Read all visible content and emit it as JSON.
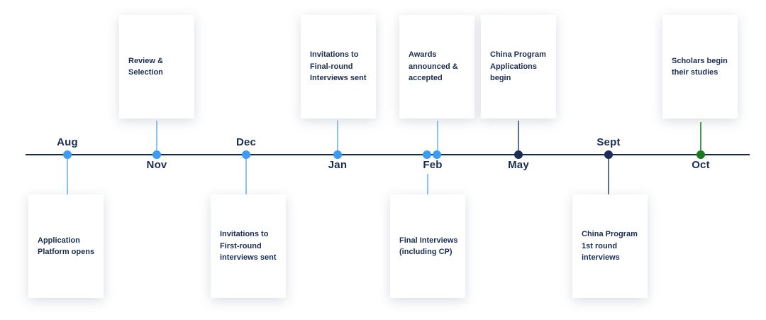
{
  "diagram": {
    "type": "timeline",
    "orientation": "horizontal",
    "colors": {
      "timeline_line": "#17294d",
      "text": "#1b2d52",
      "blue_dot": "#3e9cf0",
      "blue_connector": "#8cc2f5",
      "navy_dot": "#1b2d52",
      "slate_connector": "#5d6f8b",
      "green_dot": "#1b7a1f",
      "green_connector": "#44a048",
      "card_background": "#ffffff"
    },
    "months": [
      {
        "label": "Aug",
        "label_position": "above"
      },
      {
        "label": "Nov",
        "label_position": "below"
      },
      {
        "label": "Dec",
        "label_position": "above"
      },
      {
        "label": "Jan",
        "label_position": "below"
      },
      {
        "label": "Feb",
        "label_position": "below"
      },
      {
        "label": "May",
        "label_position": "below"
      },
      {
        "label": "Sept",
        "label_position": "above"
      },
      {
        "label": "Oct",
        "label_position": "below"
      }
    ],
    "events": [
      {
        "month": "Aug",
        "card": "Application Platform opens",
        "card_position": "below",
        "color": "blue"
      },
      {
        "month": "Nov",
        "card": "Review & Selection",
        "card_position": "above",
        "color": "blue"
      },
      {
        "month": "Dec",
        "card": "Invitations to First-round interviews sent",
        "card_position": "below",
        "color": "blue"
      },
      {
        "month": "Jan",
        "card": "Invitations to Final-round Interviews sent",
        "card_position": "above",
        "color": "blue"
      },
      {
        "month": "Feb",
        "card": "Awards announced & accepted",
        "card_position": "above",
        "color": "blue"
      },
      {
        "month": "Feb",
        "card": "Final Interviews (including CP)",
        "card_position": "below",
        "color": "blue"
      },
      {
        "month": "May",
        "card": "China Program Applications begin",
        "card_position": "above",
        "color": "navy"
      },
      {
        "month": "Sept",
        "card": "China Program 1st round interviews",
        "card_position": "below",
        "color": "navy"
      },
      {
        "month": "Oct",
        "card": "Scholars begin their studies",
        "card_position": "above",
        "color": "green"
      }
    ]
  }
}
